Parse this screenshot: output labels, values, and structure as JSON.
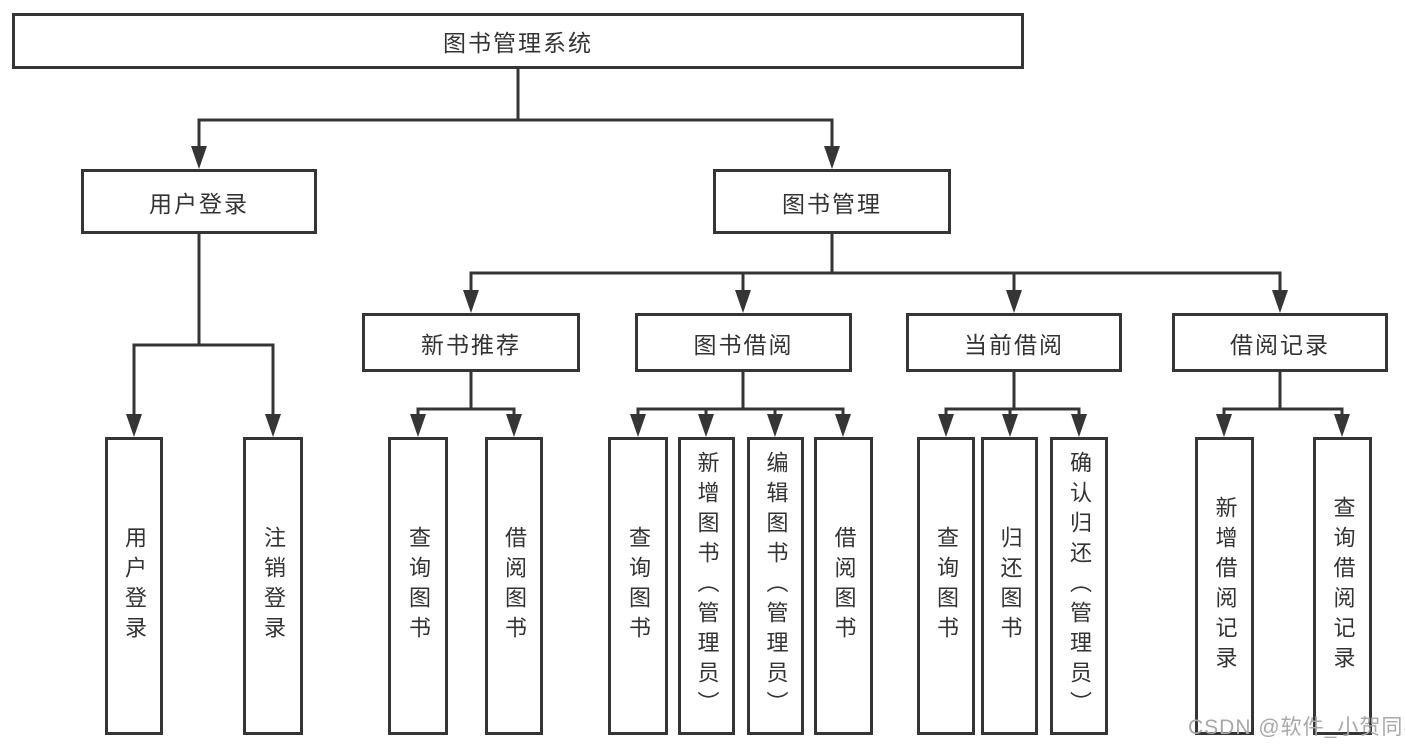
{
  "diagram": {
    "root": {
      "label": "图书管理系统"
    },
    "children": [
      {
        "label": "用户登录",
        "children": [
          {
            "label": "用户登录"
          },
          {
            "label": "注销登录"
          }
        ]
      },
      {
        "label": "图书管理",
        "children": [
          {
            "label": "新书推荐",
            "children": [
              {
                "label": "查询图书"
              },
              {
                "label": "借阅图书"
              }
            ]
          },
          {
            "label": "图书借阅",
            "children": [
              {
                "label": "查询图书"
              },
              {
                "label": "新增图书（管理员）"
              },
              {
                "label": "编辑图书（管理员）"
              },
              {
                "label": "借阅图书"
              }
            ]
          },
          {
            "label": "当前借阅",
            "children": [
              {
                "label": "查询图书"
              },
              {
                "label": "归还图书"
              },
              {
                "label": "确认归还（管理员）"
              }
            ]
          },
          {
            "label": "借阅记录",
            "children": [
              {
                "label": "新增借阅记录"
              },
              {
                "label": "查询借阅记录"
              }
            ]
          }
        ]
      }
    ]
  },
  "watermark": {
    "text": "CSDN @软件_小贺同学"
  },
  "colors": {
    "line": "#353535",
    "text": "#333333",
    "watermark": "#a8a8a8",
    "background": "#ffffff"
  }
}
